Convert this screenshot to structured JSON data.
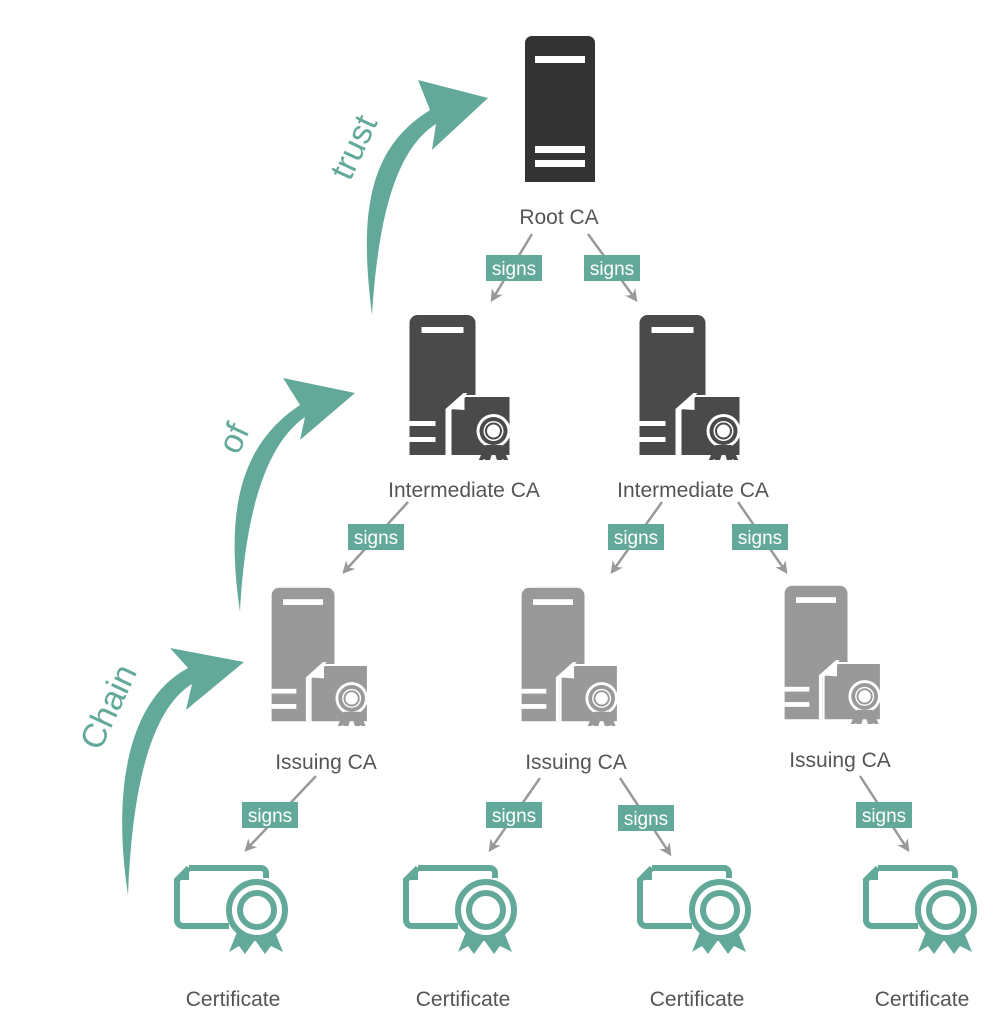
{
  "colors": {
    "teal": "#62a99a",
    "root_server": "#333333",
    "intermediate_server": "#4a4a4a",
    "issuing_server": "#999999",
    "arrow_gray": "#999999",
    "label_text": "#555555"
  },
  "chain_words": [
    "trust",
    "of",
    "Chain"
  ],
  "edge_label": "signs",
  "nodes": {
    "root": {
      "label": "Root CA",
      "icon": "server-icon"
    },
    "intermediate": [
      {
        "label": "Intermediate CA",
        "icon": "server-certificate-icon"
      },
      {
        "label": "Intermediate CA",
        "icon": "server-certificate-icon"
      }
    ],
    "issuing": [
      {
        "label": "Issuing CA",
        "icon": "server-certificate-icon"
      },
      {
        "label": "Issuing CA",
        "icon": "server-certificate-icon"
      },
      {
        "label": "Issuing CA",
        "icon": "server-certificate-icon"
      }
    ],
    "certificates": [
      {
        "label": "Certificate",
        "icon": "certificate-icon"
      },
      {
        "label": "Certificate",
        "icon": "certificate-icon"
      },
      {
        "label": "Certificate",
        "icon": "certificate-icon"
      },
      {
        "label": "Certificate",
        "icon": "certificate-icon"
      }
    ]
  }
}
